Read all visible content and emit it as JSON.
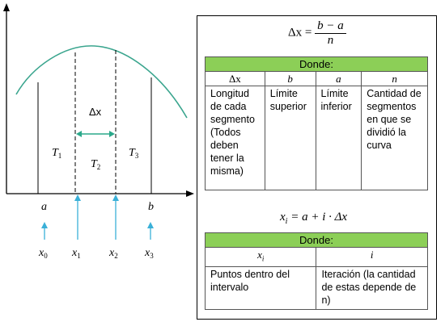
{
  "diagram": {
    "delta_label": "Δx",
    "trapezoids": [
      {
        "label": "T",
        "sub": "1"
      },
      {
        "label": "T",
        "sub": "2"
      },
      {
        "label": "T",
        "sub": "3"
      }
    ],
    "bounds": [
      {
        "label": "a"
      },
      {
        "label": "b"
      }
    ],
    "points": [
      {
        "label": "x",
        "sub": "0"
      },
      {
        "label": "x",
        "sub": "1"
      },
      {
        "label": "x",
        "sub": "2"
      },
      {
        "label": "x",
        "sub": "3"
      }
    ],
    "colors": {
      "curve": "#3aa58e",
      "arrow": "#3ab0d8",
      "delta_arrow": "#2aa88a",
      "lines": "#000000"
    }
  },
  "formula1": {
    "lhs": "Δx",
    "eq": "=",
    "num": "b − a",
    "den": "n"
  },
  "table1": {
    "title": "Donde:",
    "headers": [
      "Δx",
      "b",
      "a",
      "n"
    ],
    "cells": [
      "Longitud de cada segmento (Todos deben tener la misma)",
      "Límite superior",
      "Límite inferior",
      "Cantidad de segmentos en que se dividió la curva"
    ]
  },
  "formula2": {
    "lhs_var": "x",
    "lhs_sub": "i",
    "rhs": "= a + i · Δx"
  },
  "table2": {
    "title": "Donde:",
    "headers": [
      {
        "var": "x",
        "sub": "i"
      },
      {
        "var": "i",
        "sub": ""
      }
    ],
    "cells": [
      "Puntos dentro del intervalo",
      "Iteración (la cantidad de estas depende de n)"
    ]
  },
  "header_color": "#8ccf57"
}
